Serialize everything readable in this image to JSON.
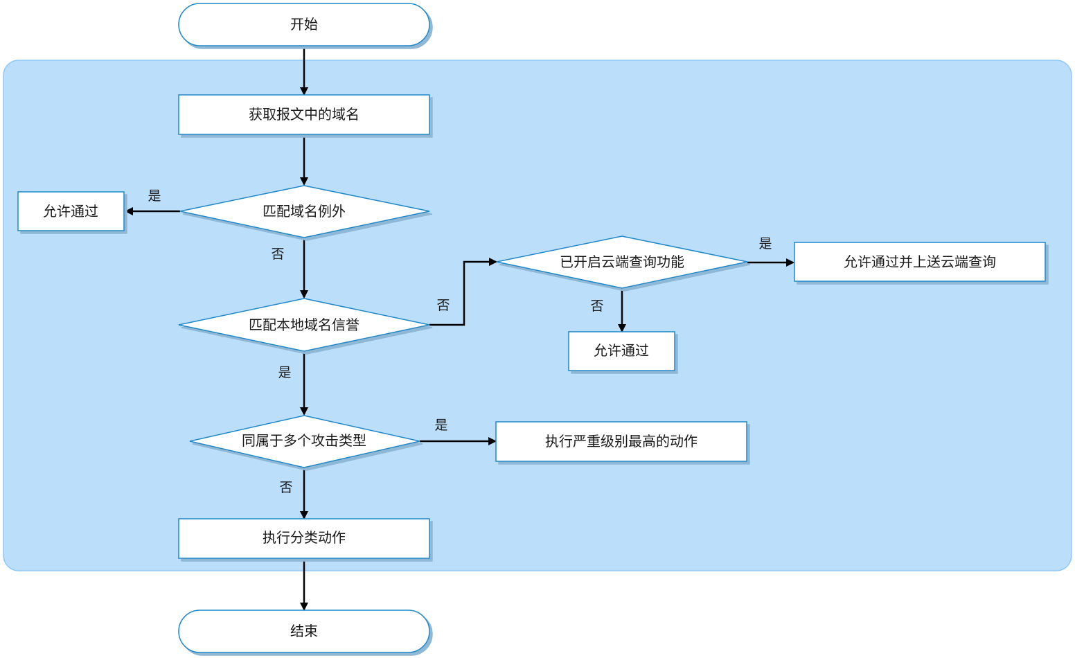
{
  "colors": {
    "region_fill": "#bbdefb",
    "region_stroke": "#90caf9",
    "node_fill": "#ffffff",
    "node_stroke": "#1e88c7",
    "shadow": "#8fb8d6",
    "edge": "#000000",
    "text": "#1a1a1a"
  },
  "nodes": {
    "start": "开始",
    "get_domain": "获取报文中的域名",
    "match_exception": "匹配域名例外",
    "allow_1": "允许通过",
    "match_local": "匹配本地域名信誉",
    "cloud_enabled": "已开启云端查询功能",
    "allow_upload": "允许通过并上送云端查询",
    "allow_2": "允许通过",
    "multi_attack": "同属于多个攻击类型",
    "exec_highest": "执行严重级别最高的动作",
    "exec_class": "执行分类动作",
    "end": "结束"
  },
  "edge_labels": {
    "exception_yes": "是",
    "exception_no": "否",
    "local_no": "否",
    "local_yes": "是",
    "cloud_yes": "是",
    "cloud_no": "否",
    "multi_yes": "是",
    "multi_no": "否"
  }
}
